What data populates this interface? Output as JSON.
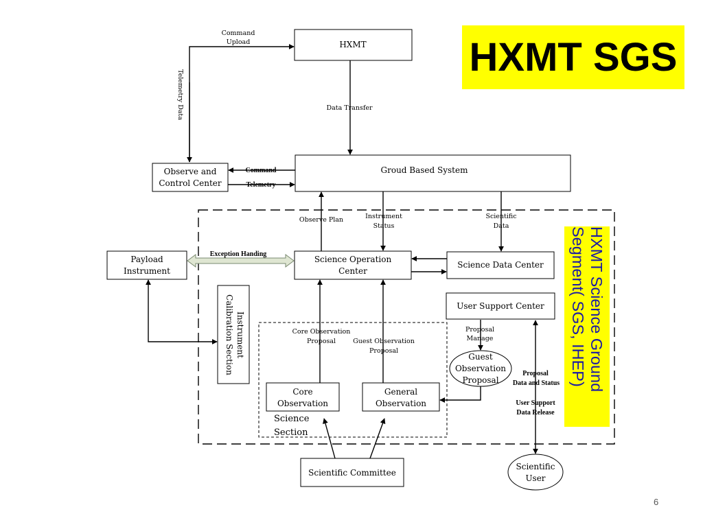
{
  "title": "HXMT SGS",
  "side_label": "HXMT Science Ground\nSegment( SGS, IHEP)",
  "page_number": "6",
  "nodes": {
    "hxmt": "HXMT",
    "ground_based_system": "Groud Based System",
    "observe_control_1": "Observe and",
    "observe_control_2": "Control Center",
    "payload_1": "Payload",
    "payload_2": "Instrument",
    "soc_1": "Science Operation",
    "soc_2": "Center",
    "sdc": "Science Data Center",
    "usc": "User Support Center",
    "calib_1": "Instrument",
    "calib_2": "Calibration Section",
    "core_obs_1": "Core",
    "core_obs_2": "Observation",
    "general_obs_1": "General",
    "general_obs_2": "Observation",
    "guest_1": "Guest",
    "guest_2": "Observation",
    "guest_3": "Proposal",
    "committee": "Scientific Committee",
    "sci_user_1": "Scientific",
    "sci_user_2": "User",
    "science_section_1": "Science",
    "science_section_2": "Section"
  },
  "edge_labels": {
    "command_upload_1": "Command",
    "command_upload_2": "Upload",
    "telemetry_data": "Telemetry Data",
    "data_transfer": "Data Transfer",
    "command": "Command",
    "telemetry": "Telemetry",
    "observe_plan": "Observe Plan",
    "instrument_status_1": "Instrument",
    "instrument_status_2": "Status",
    "scientific_data_1": "Scientific",
    "scientific_data_2": "Data",
    "exception_handing": "Exception Handing",
    "core_proposal_1": "Core Observation",
    "core_proposal_2": "Proposal",
    "guest_proposal_1": "Guest Observation",
    "guest_proposal_2": "Proposal",
    "proposal_manage_1": "Proposal",
    "proposal_manage_2": "Manage",
    "proposal_status_1": "Proposal",
    "proposal_status_2": "Data and Status",
    "user_support_1": "User Support",
    "user_support_2": "Data Release"
  },
  "colors": {
    "title_bg": "#ffff00",
    "side_text": "#1a1aa6",
    "exception_arrow": "#dfe6d2"
  }
}
